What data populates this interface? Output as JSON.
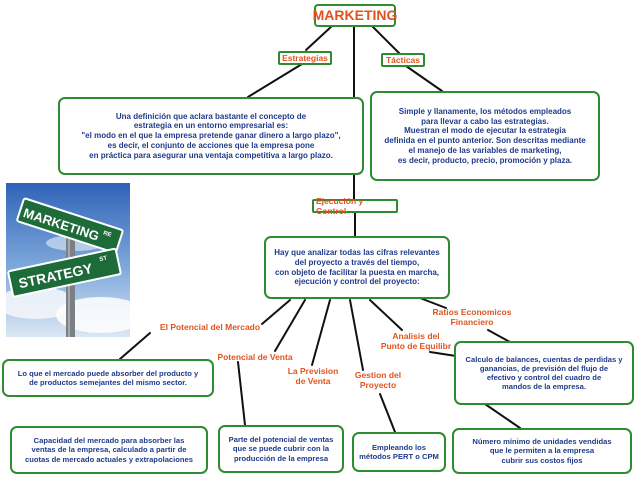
{
  "root": "MARKETING",
  "estrategias": {
    "label": "Estrategias",
    "text": "Una definición que aclara bastante el concepto de\nestrategia en un entorno empresarial es:\n\"el modo en el que la empresa pretende ganar dinero a largo plazo\",\nes decir, el conjunto de acciones que la empresa pone\nen práctica para asegurar una ventaja competitiva a largo plazo."
  },
  "tacticas": {
    "label": "Tácticas",
    "text": "Simple y llanamente, los métodos empleados\npara llevar a cabo las estrategias.\nMuestran el modo de ejecutar la estrategia\ndefinida en el punto anterior. Son descritas mediante\nel manejo de las variables de marketing,\nes decir, producto, precio, promoción y plaza."
  },
  "ejecucion": {
    "label": "Ejecución y Control",
    "text": "Hay que analizar todas las cifras relevantes\ndel proyecto a través del tiempo,\ncon objeto de facilitar la puesta en marcha,\nejecución y control del proyecto:"
  },
  "image_sign": {
    "line1": "MARKETING",
    "sup1": "RE",
    "line2": "STRATEGY",
    "sup2": "ST"
  },
  "potencial_mercado": {
    "label": "El Potencial del Mercado",
    "text1": "Lo que el mercado puede absorber del producto y\nde productos semejantes del mismo sector.",
    "text2": "Capacidad del mercado para absorber las\nventas de la empresa, calculado a partir de\ncuotas de mercado actuales y extrapolaciones"
  },
  "potencial_venta": {
    "label": "Potencial de Venta",
    "text": "Parte del potencial de ventas\nque se puede cubrir con la\nproducción de la empresa"
  },
  "prevision": {
    "label": "La Prevision\nde Venta"
  },
  "gestion": {
    "label": "Gestion del\nProyecto",
    "text": "Empleando los\nmétodos PERT o CPM"
  },
  "equilibrio": {
    "label": "Analisis del\nPunto de Equilibr",
    "text": "Número mínimo de unidades vendidas\nque le permiten a la empresa\ncubrir sus costos fijos"
  },
  "ratios": {
    "label": "Ratios Economicos\nFinanciero",
    "text": "Calculo de balances, cuentas de perdidas y\nganancias, de previsión del flujo de\nefectivo y control del cuadro de\nmandos de la empresa."
  }
}
